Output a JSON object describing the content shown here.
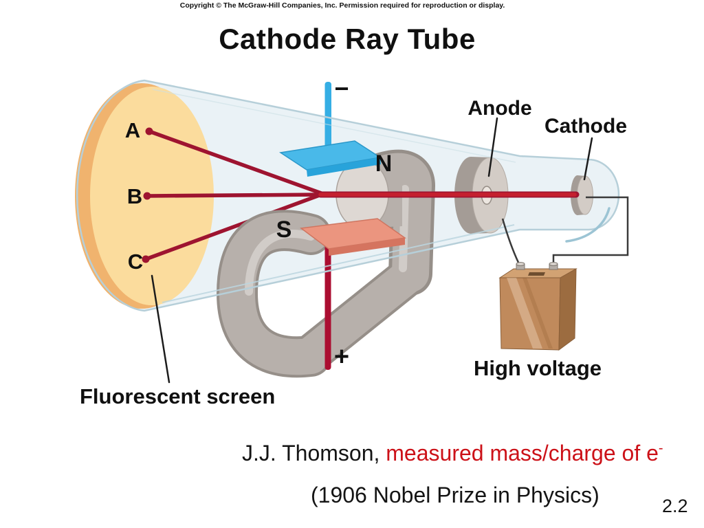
{
  "slide": {
    "copyright": "Copyright © The McGraw-Hill Companies, Inc. Permission required for reproduction or display.",
    "title": "Cathode Ray Tube",
    "caption": {
      "prefix_black": "J.J. Thomson, ",
      "highlight_red": "measured mass/charge of e",
      "highlight_superscript": "-",
      "line2": "(1906 Nobel Prize in Physics)",
      "slide_number": "2.2"
    }
  },
  "diagram": {
    "labels": {
      "anode": "Anode",
      "cathode": "Cathode",
      "high_voltage": "High voltage",
      "fluorescent_screen": "Fluorescent screen",
      "magnet_north": "N",
      "magnet_south": "S",
      "spot_a": "A",
      "spot_b": "B",
      "spot_c": "C",
      "electrode_negative": "−",
      "electrode_positive": "+"
    },
    "colors": {
      "beam_bright": "#c5202f",
      "beam_dark": "#9e1430",
      "screen_face": "#fbdc9d",
      "screen_rim": "#f0b36e",
      "glass_fill": "#e4eef3",
      "glass_edge": "#b6cfd9",
      "magnet_body": "#b7b0ab",
      "magnet_shadow": "#968f89",
      "plate_negative": "#49b9e9",
      "plate_positive": "#eb957f",
      "battery_front": "#c08a5c",
      "battery_top": "#d2a273",
      "battery_side": "#9c6c40",
      "wire": "#3a3a3a",
      "caption_red": "#cc1118"
    }
  }
}
